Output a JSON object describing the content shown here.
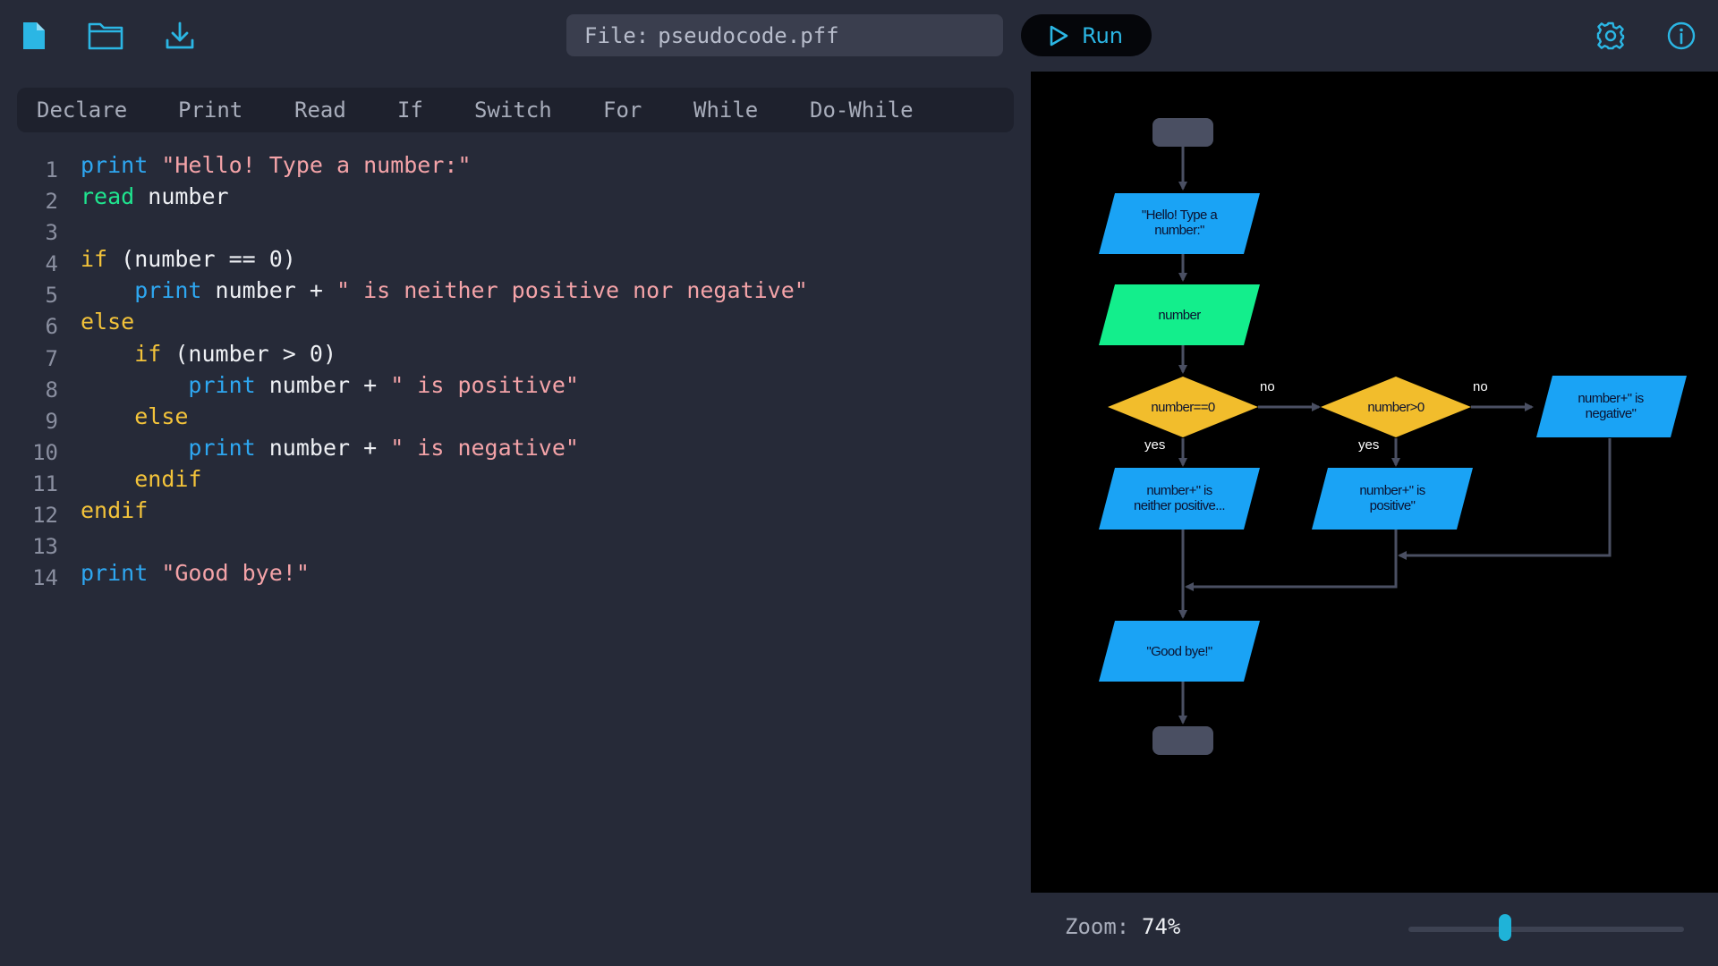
{
  "toolbar": {
    "file_label": "File:",
    "file_name": "pseudocode.pff",
    "run_label": "Run",
    "icons": [
      "new-file-icon",
      "open-folder-icon",
      "download-icon",
      "gear-icon",
      "info-icon"
    ],
    "accent_color": "#2bb6e4"
  },
  "snippets": [
    "Declare",
    "Print",
    "Read",
    "If",
    "Switch",
    "For",
    "While",
    "Do-While"
  ],
  "code": {
    "lines": [
      {
        "n": "1",
        "tokens": [
          {
            "t": "print",
            "c": "kw-blue"
          },
          {
            "t": " ",
            "c": "plain"
          },
          {
            "t": "\"Hello! Type a number:\"",
            "c": "str"
          }
        ]
      },
      {
        "n": "2",
        "tokens": [
          {
            "t": "read",
            "c": "kw-green"
          },
          {
            "t": " number",
            "c": "plain"
          }
        ]
      },
      {
        "n": "3",
        "tokens": []
      },
      {
        "n": "4",
        "tokens": [
          {
            "t": "if",
            "c": "kw-yellow"
          },
          {
            "t": " (number == 0)",
            "c": "plain"
          }
        ]
      },
      {
        "n": "5",
        "tokens": [
          {
            "t": "    ",
            "c": "plain"
          },
          {
            "t": "print",
            "c": "kw-blue"
          },
          {
            "t": " number + ",
            "c": "plain"
          },
          {
            "t": "\" is neither positive nor negative\"",
            "c": "str"
          }
        ]
      },
      {
        "n": "6",
        "tokens": [
          {
            "t": "else",
            "c": "kw-yellow"
          }
        ]
      },
      {
        "n": "7",
        "tokens": [
          {
            "t": "    ",
            "c": "plain"
          },
          {
            "t": "if",
            "c": "kw-yellow"
          },
          {
            "t": " (number > 0)",
            "c": "plain"
          }
        ]
      },
      {
        "n": "8",
        "tokens": [
          {
            "t": "        ",
            "c": "plain"
          },
          {
            "t": "print",
            "c": "kw-blue"
          },
          {
            "t": " number + ",
            "c": "plain"
          },
          {
            "t": "\" is positive\"",
            "c": "str"
          }
        ]
      },
      {
        "n": "9",
        "tokens": [
          {
            "t": "    ",
            "c": "plain"
          },
          {
            "t": "else",
            "c": "kw-yellow"
          }
        ]
      },
      {
        "n": "10",
        "tokens": [
          {
            "t": "        ",
            "c": "plain"
          },
          {
            "t": "print",
            "c": "kw-blue"
          },
          {
            "t": " number + ",
            "c": "plain"
          },
          {
            "t": "\" is negative\"",
            "c": "str"
          }
        ]
      },
      {
        "n": "11",
        "tokens": [
          {
            "t": "    ",
            "c": "plain"
          },
          {
            "t": "endif",
            "c": "kw-yellow"
          }
        ]
      },
      {
        "n": "12",
        "tokens": [
          {
            "t": "endif",
            "c": "kw-yellow"
          }
        ]
      },
      {
        "n": "13",
        "tokens": []
      },
      {
        "n": "14",
        "tokens": [
          {
            "t": "print",
            "c": "kw-blue"
          },
          {
            "t": " ",
            "c": "plain"
          },
          {
            "t": "\"Good bye!\"",
            "c": "str"
          }
        ]
      }
    ]
  },
  "flowchart": {
    "output1_line1": "\"Hello! Type a",
    "output1_line2": "number:\"",
    "input1": "number",
    "decision1": "number==0",
    "decision2": "number>0",
    "output_zero_line1": "number+\" is",
    "output_zero_line2": "neither positive...",
    "output_pos_line1": "number+\" is",
    "output_pos_line2": "positive\"",
    "output_neg_line1": "number+\" is",
    "output_neg_line2": "negative\"",
    "output_bye": "\"Good bye!\"",
    "label_no1": "no",
    "label_no2": "no",
    "label_yes1": "yes",
    "label_yes2": "yes",
    "colors": {
      "output": "#1aa3f5",
      "input": "#13ee8c",
      "decision": "#f2bd2c",
      "terminal": "#4a4f62",
      "line": "#4a4f62"
    }
  },
  "zoom": {
    "label": "Zoom:",
    "value_text": "74%",
    "level": 0.35
  }
}
